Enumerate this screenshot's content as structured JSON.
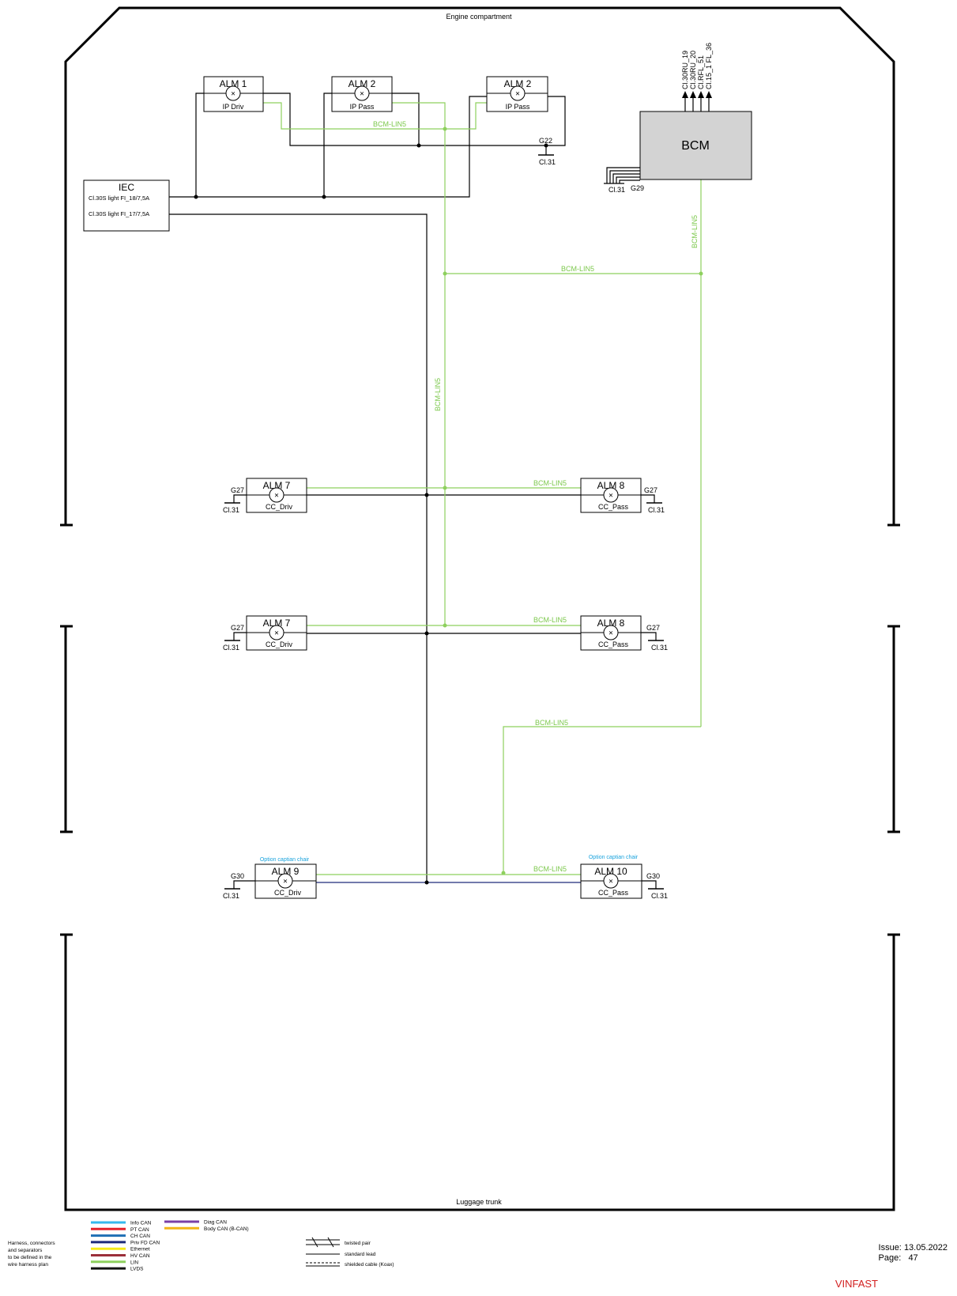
{
  "frame": {
    "top_label": "Engine compartment",
    "bottom_label": "Luggage trunk"
  },
  "modules": {
    "alm1": {
      "name": "ALM 1",
      "sub": "IP Driv"
    },
    "alm2a": {
      "name": "ALM 2",
      "sub": "IP Pass"
    },
    "alm2b": {
      "name": "ALM 2",
      "sub": "IP Pass"
    },
    "alm7a": {
      "name": "ALM 7",
      "sub": "CC_Driv"
    },
    "alm8a": {
      "name": "ALM 8",
      "sub": "CC_Pass"
    },
    "alm7b": {
      "name": "ALM 7",
      "sub": "CC_Driv"
    },
    "alm8b": {
      "name": "ALM 8",
      "sub": "CC_Pass"
    },
    "alm9": {
      "name": "ALM 9",
      "sub": "CC_Driv",
      "option": "Option captian chair"
    },
    "alm10": {
      "name": "ALM 10",
      "sub": "CC_Pass",
      "option": "Option captian chair"
    },
    "bcm": {
      "name": "BCM",
      "pins": [
        "Cl.30RU_19",
        "Cl.30RU_20",
        "Cl.RFL_51",
        "Cl.15_1 FL_36"
      ]
    },
    "iec": {
      "name": "IEC",
      "fuse1": "Cl.30S light FI_18/7,5A",
      "fuse2": "Cl.30S light FI_17/7,5A"
    }
  },
  "grounds": {
    "g22": {
      "id": "G22",
      "term": "Cl.31"
    },
    "g29": {
      "id": "G29",
      "term": "Cl.31"
    },
    "g27": {
      "id": "G27",
      "term": "Cl.31"
    },
    "g30": {
      "id": "G30",
      "term": "Cl.31"
    }
  },
  "bus": {
    "lin": "BCM-LIN5"
  },
  "legend": {
    "harness_note": [
      "Harness, connectors",
      "and separators",
      "to be defined in the",
      "wire harness plan"
    ],
    "items": [
      {
        "label": "Info CAN",
        "color": "#35b9ee"
      },
      {
        "label": "PT CAN",
        "color": "#e3222b"
      },
      {
        "label": "CH CAN",
        "color": "#1f6fb4"
      },
      {
        "label": "Priv FD CAN",
        "color": "#1d2b7a"
      },
      {
        "label": "Ethernet",
        "color": "#f5ea18"
      },
      {
        "label": "HV CAN",
        "color": "#9b2f3a"
      },
      {
        "label": "LIN",
        "color": "#8ed05e"
      },
      {
        "label": "LVDS",
        "color": "#111111"
      },
      {
        "label": "Diag CAN",
        "color": "#7a3fa6"
      },
      {
        "label": "Body CAN (B-CAN)",
        "color": "#f2b516"
      }
    ],
    "cable_types": [
      "twisted pair",
      "standard lead",
      "shielded cable (Koax)"
    ]
  },
  "issue": {
    "issue_label": "Issue:",
    "issue_date": "13.05.2022",
    "page_label": "Page:",
    "page_num": "47"
  },
  "brand": "VINFAST"
}
